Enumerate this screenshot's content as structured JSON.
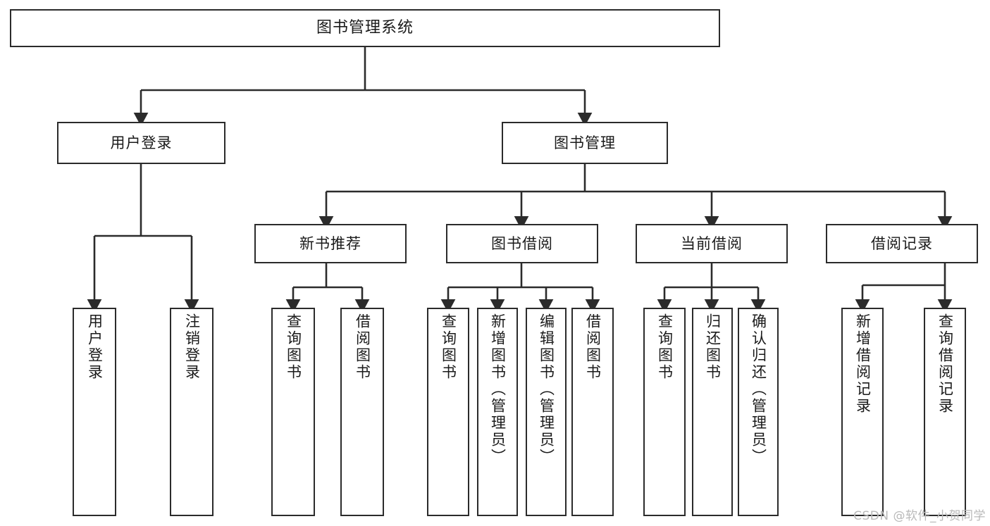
{
  "diagram": {
    "type": "hierarchy-tree",
    "title": "图书管理系统",
    "root": {
      "id": "root",
      "label": "图书管理系统"
    },
    "level2": [
      {
        "id": "user-login",
        "label": "用户登录"
      },
      {
        "id": "book-manage",
        "label": "图书管理"
      }
    ],
    "level3": [
      {
        "id": "new-book-rec",
        "label": "新书推荐",
        "parent": "book-manage"
      },
      {
        "id": "book-borrow",
        "label": "图书借阅",
        "parent": "book-manage"
      },
      {
        "id": "current-borrow",
        "label": "当前借阅",
        "parent": "book-manage"
      },
      {
        "id": "borrow-record",
        "label": "借阅记录",
        "parent": "book-manage"
      }
    ],
    "leaves": [
      {
        "id": "leaf-user-login",
        "label": "用户登录",
        "parent": "user-login"
      },
      {
        "id": "leaf-logout",
        "label": "注销登录",
        "parent": "user-login"
      },
      {
        "id": "leaf-query-book-1",
        "label": "查询图书",
        "parent": "new-book-rec"
      },
      {
        "id": "leaf-borrow-book-1",
        "label": "借阅图书",
        "parent": "new-book-rec"
      },
      {
        "id": "leaf-query-book-2",
        "label": "查询图书",
        "parent": "book-borrow"
      },
      {
        "id": "leaf-add-book",
        "label": "新增图书（管理员）",
        "parent": "book-borrow"
      },
      {
        "id": "leaf-edit-book",
        "label": "编辑图书（管理员）",
        "parent": "book-borrow"
      },
      {
        "id": "leaf-borrow-book-2",
        "label": "借阅图书",
        "parent": "book-borrow"
      },
      {
        "id": "leaf-query-book-3",
        "label": "查询图书",
        "parent": "current-borrow"
      },
      {
        "id": "leaf-return-book",
        "label": "归还图书",
        "parent": "current-borrow"
      },
      {
        "id": "leaf-confirm-return",
        "label": "确认归还（管理员）",
        "parent": "current-borrow"
      },
      {
        "id": "leaf-add-record",
        "label": "新增借阅记录",
        "parent": "borrow-record"
      },
      {
        "id": "leaf-query-record",
        "label": "查询借阅记录",
        "parent": "borrow-record"
      }
    ]
  },
  "watermark": {
    "text": "CSDN @软件_小贺同学"
  },
  "colors": {
    "stroke": "#2b2b2b",
    "fill": "#ffffff",
    "text": "#1a1a1a",
    "watermark": "#b9b9b9"
  }
}
